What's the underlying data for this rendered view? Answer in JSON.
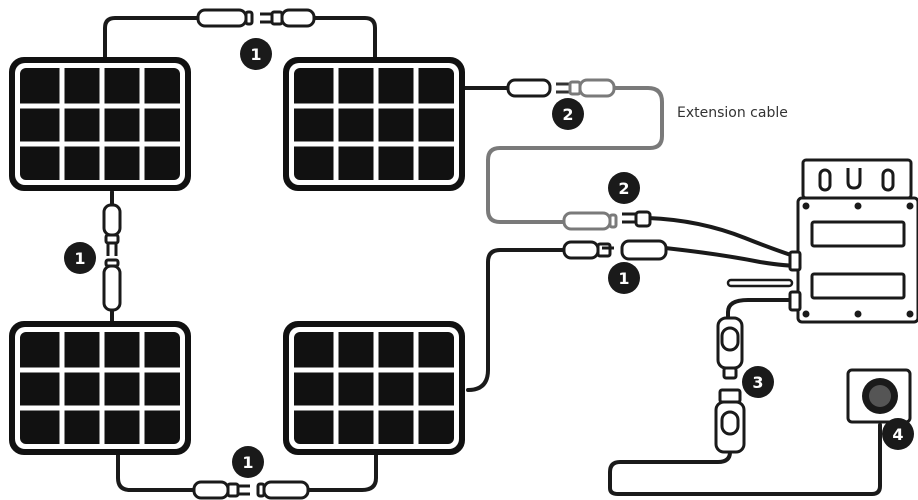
{
  "labels": {
    "extension_cable": "Extension cable"
  },
  "badges": {
    "b1": "1",
    "b2": "1",
    "b3": "1",
    "b4": "1",
    "b5": "2",
    "b6": "2",
    "b7": "3",
    "b8": "4"
  },
  "colors": {
    "cable": "#1a1a1a",
    "extension_cable": "#7a7a7a",
    "panel": "#111111",
    "badge": "#1a1a1a"
  },
  "icons": [
    "solar-panel-icon",
    "connector-plug-icon",
    "microinverter-icon",
    "wall-socket-icon",
    "antenna-icon"
  ]
}
